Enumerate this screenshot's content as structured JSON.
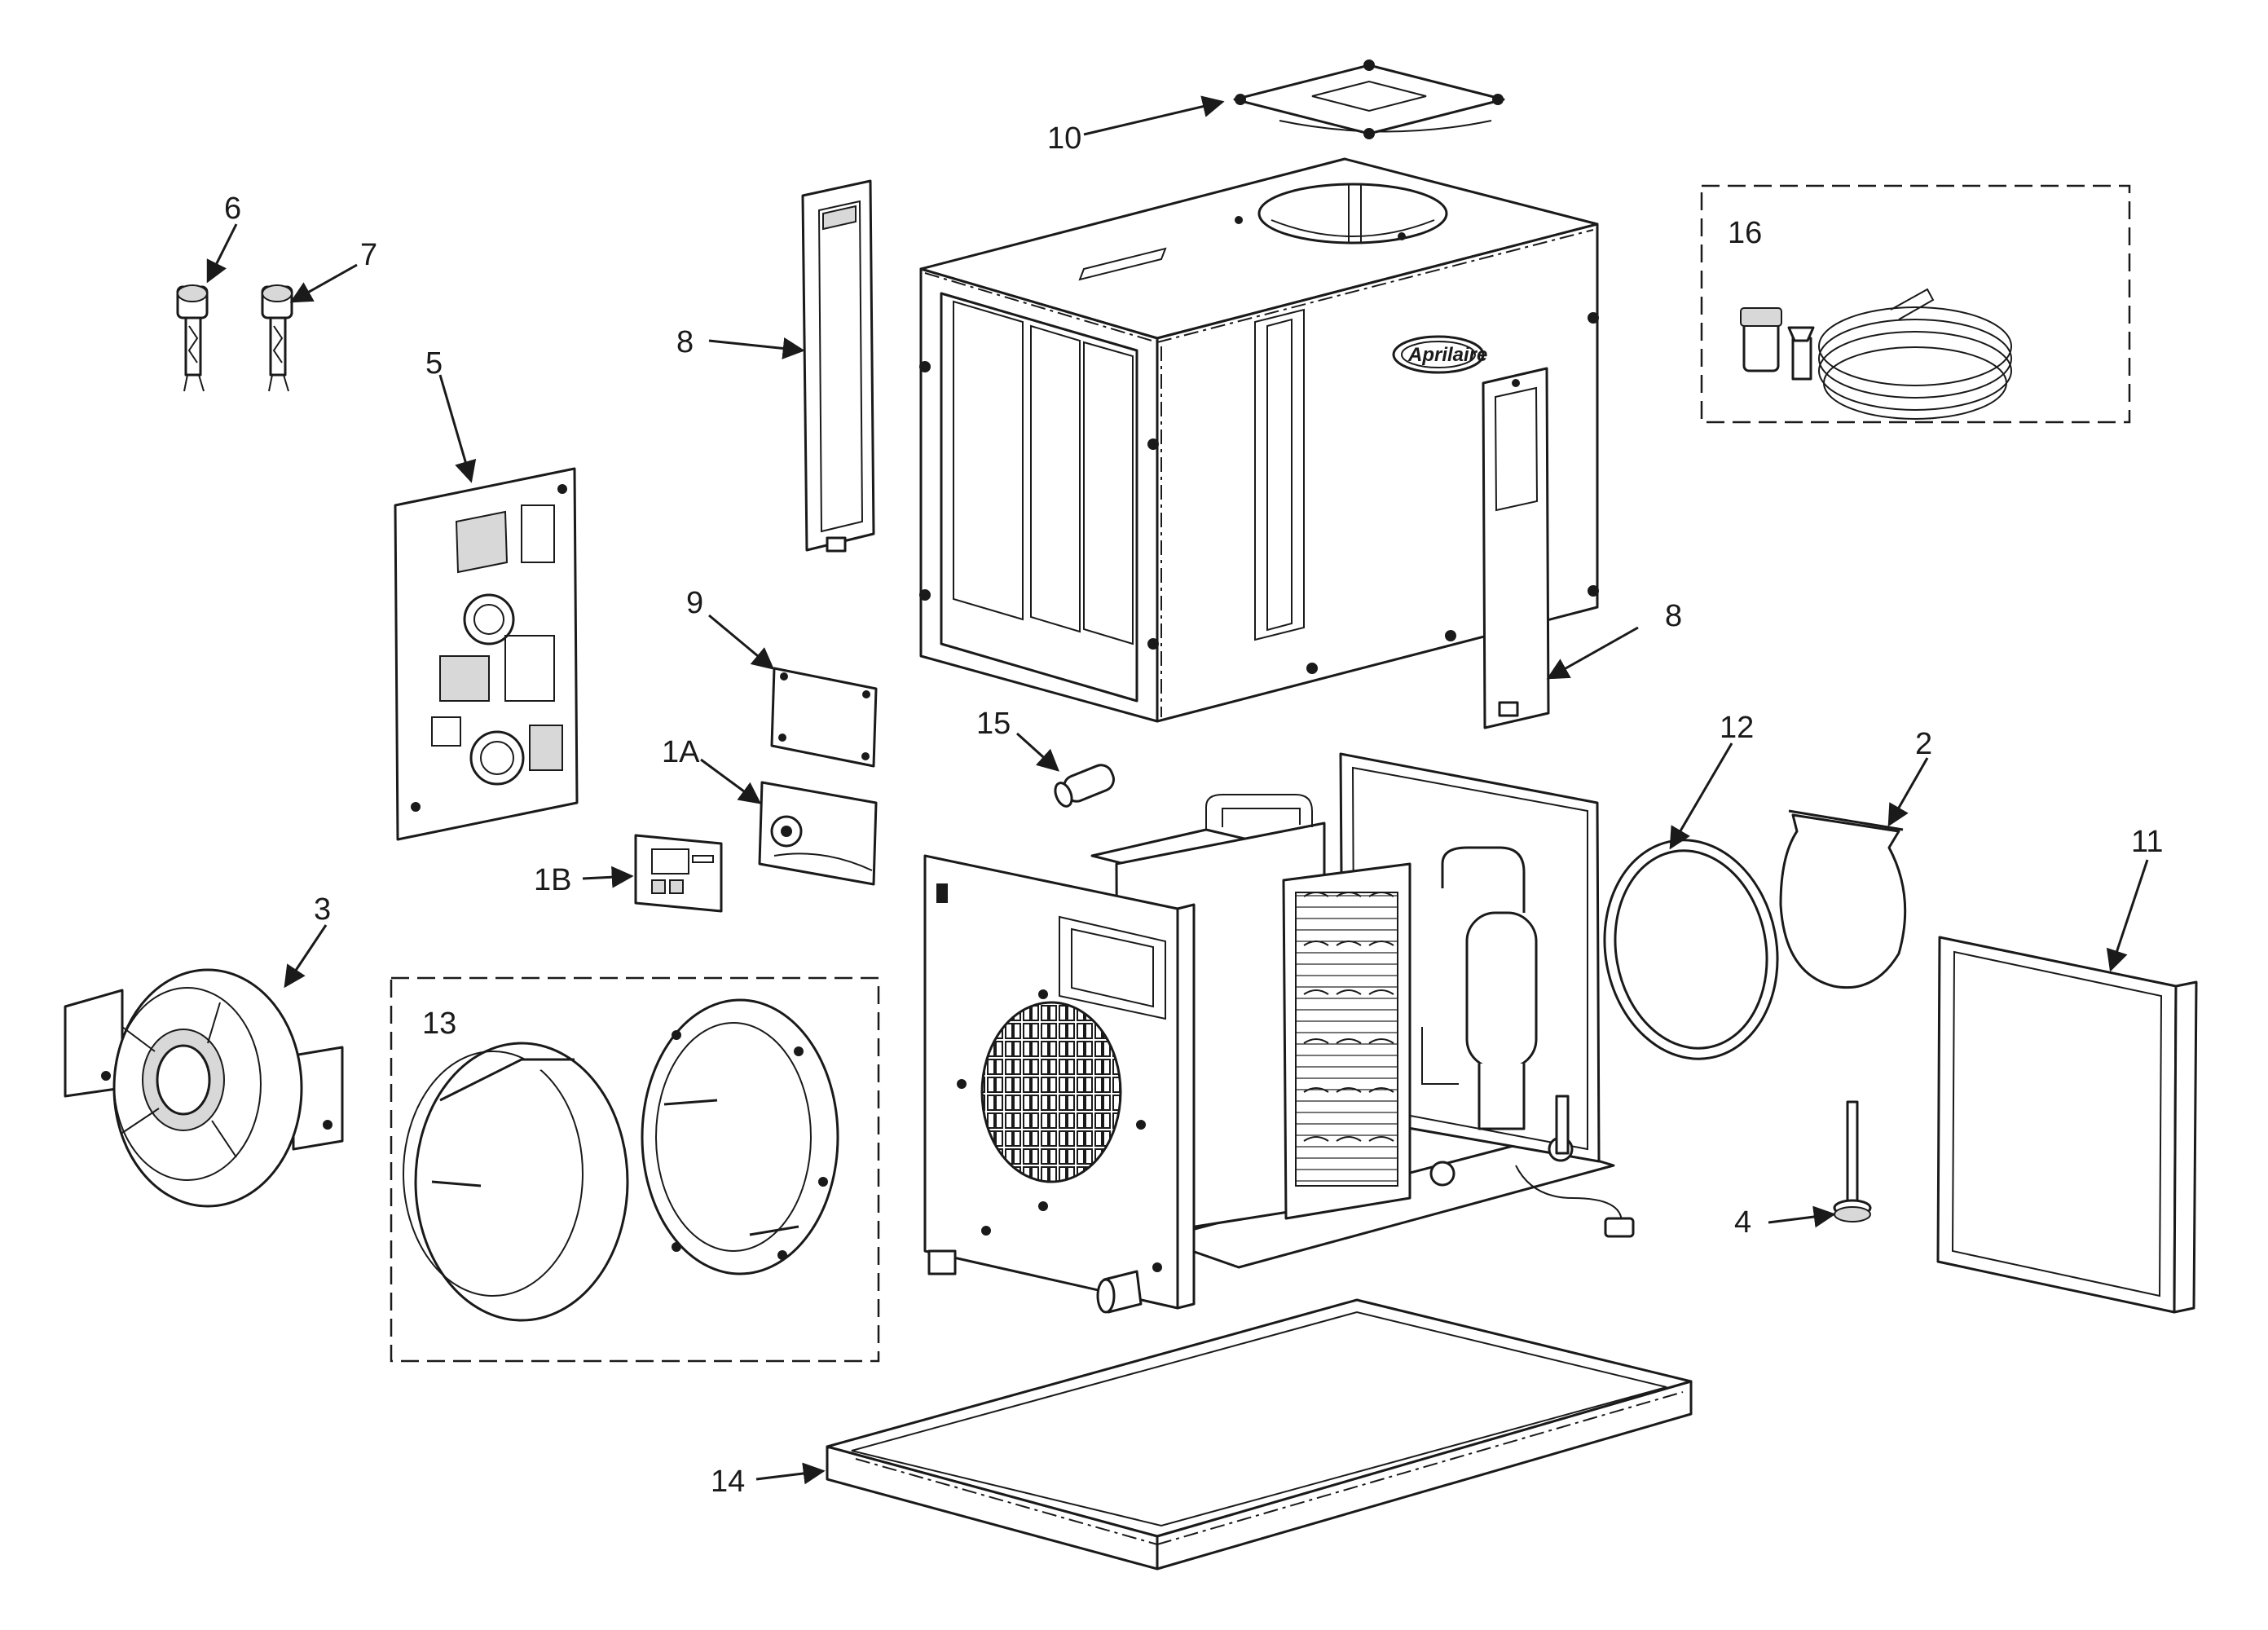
{
  "brand_logo": "Aprilaire",
  "callouts": {
    "c1A": "1A",
    "c1B": "1B",
    "c2": "2",
    "c3": "3",
    "c4": "4",
    "c5": "5",
    "c6": "6",
    "c7": "7",
    "c8a": "8",
    "c8b": "8",
    "c9": "9",
    "c10": "10",
    "c11": "11",
    "c12": "12",
    "c13": "13",
    "c14": "14",
    "c15": "15",
    "c16": "16"
  },
  "colors": {
    "line": "#1a1a1a",
    "background": "#ffffff"
  }
}
